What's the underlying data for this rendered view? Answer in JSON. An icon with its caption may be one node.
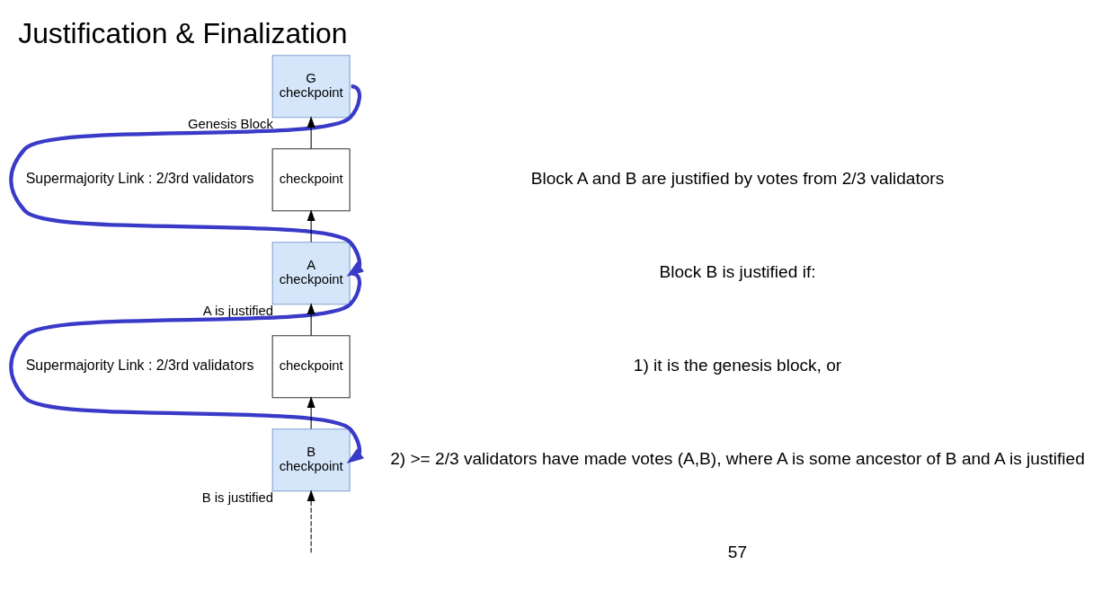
{
  "diagram": {
    "title": "Justification & Finalization",
    "nodes": [
      {
        "text": [
          "G",
          "checkpoint"
        ],
        "beside": [
          "Genesis Block"
        ]
      },
      {
        "text": [
          "checkpoint"
        ]
      },
      {
        "text": [
          "A",
          "checkpoint"
        ],
        "beside": [
          "A is justified"
        ]
      },
      {
        "text": [
          "checkpoint"
        ]
      },
      {
        "text": [
          "B",
          "checkpoint"
        ],
        "beside": [
          "B is justified"
        ]
      }
    ],
    "edges": [
      {
        "from": 1,
        "to": 0,
        "arrow": "to"
      },
      {
        "from": 2,
        "to": 1,
        "arrow": "to"
      },
      {
        "from": 3,
        "to": 2,
        "arrow": "to"
      },
      {
        "from": 4,
        "to": 3,
        "arrow": "to"
      },
      {
        "from": null,
        "to": 4,
        "arrow": "to",
        "style": "dashed"
      },
      {
        "from": 0,
        "to": 2,
        "arrow": "to",
        "label": "Supermajority Link : 2/3rd validators",
        "style": "thick",
        "color": "#3a3ac8"
      },
      {
        "from": 2,
        "to": 4,
        "arrow": "to",
        "label": "Supermajority Link : 2/3rd validators",
        "style": "thick",
        "color": "#3a3ac8"
      }
    ],
    "labels": [
      "Block A and B are justified by votes from 2/3 validators",
      "Block B is justified if:",
      "1) it is the genesis block, or",
      "2) >= 2/3 validators have made votes (A,B), where A is some ancestor of B and A is justified",
      "57"
    ]
  }
}
